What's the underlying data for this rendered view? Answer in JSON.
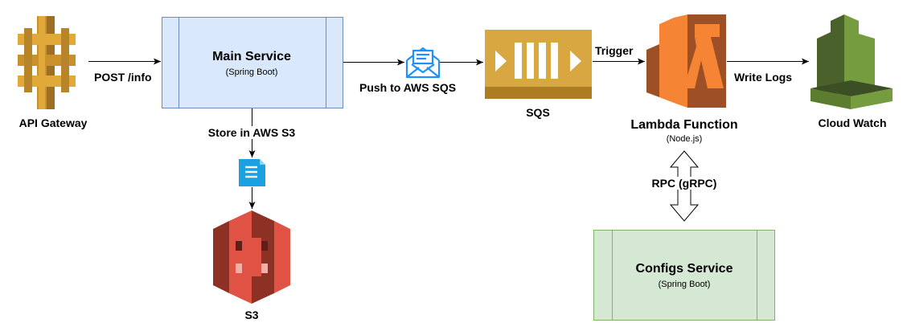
{
  "nodes": {
    "api_gateway": {
      "label": "API Gateway"
    },
    "main_service": {
      "title": "Main Service",
      "subtitle": "(Spring Boot)"
    },
    "sqs": {
      "label": "SQS"
    },
    "lambda": {
      "title": "Lambda Function",
      "subtitle": "(Node.js)"
    },
    "cloud_watch": {
      "label": "Cloud Watch"
    },
    "s3": {
      "label": "S3"
    },
    "configs_service": {
      "title": "Configs Service",
      "subtitle": "(Spring Boot)"
    }
  },
  "edges": {
    "post_info": "POST /info",
    "push_sqs": "Push to AWS SQS",
    "trigger": "Trigger",
    "write_logs": "Write Logs",
    "store_s3": "Store in AWS S3",
    "rpc": "RPC (gRPC)"
  },
  "colors": {
    "api_gateway": "#E1A93A",
    "main_service_fill": "#DAE8FC",
    "main_service_border": "#6C8EBF",
    "sqs": "#D9A741",
    "lambda": "#F58534",
    "cloud_watch": "#759C3E",
    "s3": "#E05243",
    "configs_fill": "#D5E8D4",
    "configs_border": "#82B366",
    "message_icon": "#1E90FF",
    "document_icon": "#1BA1E2"
  }
}
